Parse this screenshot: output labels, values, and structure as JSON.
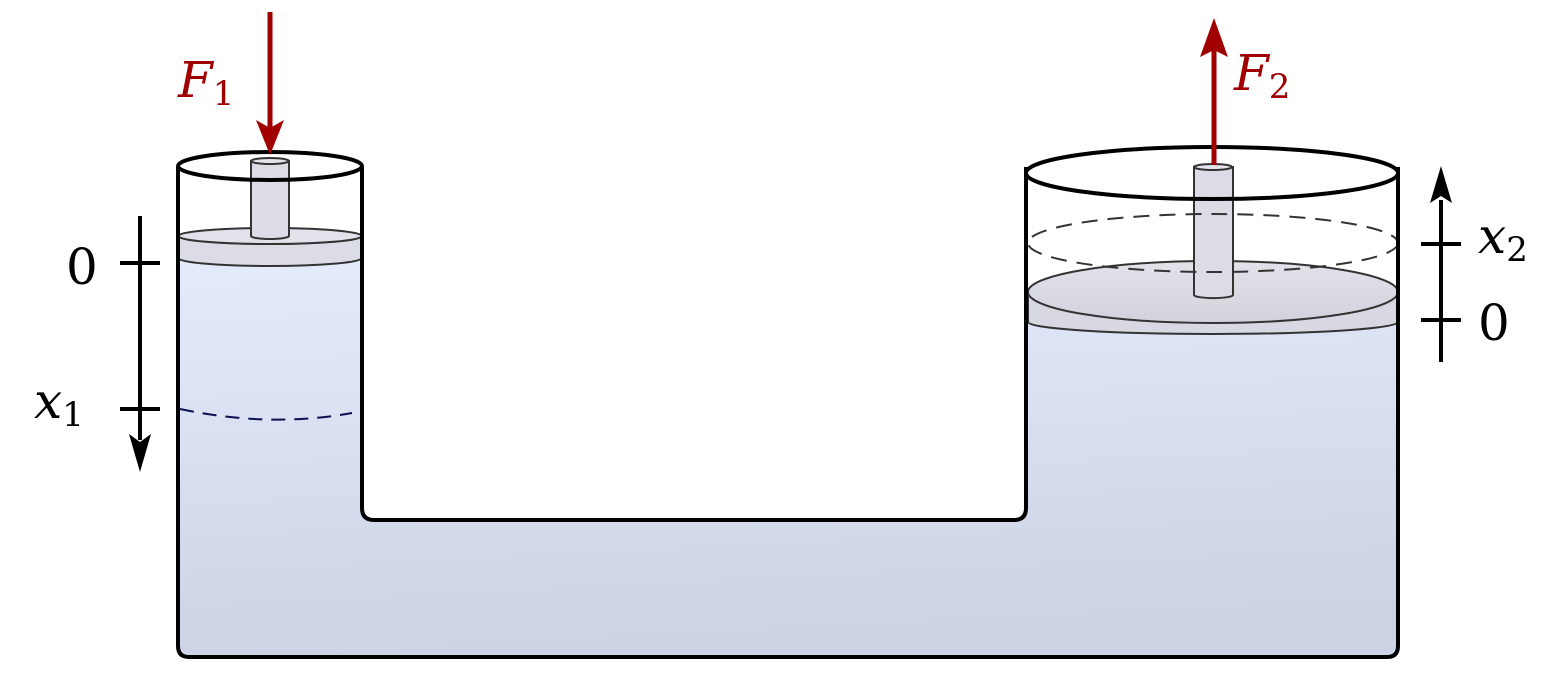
{
  "forces": {
    "f1": {
      "symbol": "F",
      "subscript": "1"
    },
    "f2": {
      "symbol": "F",
      "subscript": "2"
    }
  },
  "left_axis": {
    "zero_label": "0",
    "x_symbol": "x",
    "x_subscript": "1"
  },
  "right_axis": {
    "zero_label": "0",
    "x_symbol": "x",
    "x_subscript": "2"
  },
  "colors": {
    "force_arrow": "#a00000",
    "fluid_top": "#e3eafb",
    "fluid_bottom": "#cfd5e6",
    "piston": "#dcdce6",
    "outline": "#000000"
  }
}
